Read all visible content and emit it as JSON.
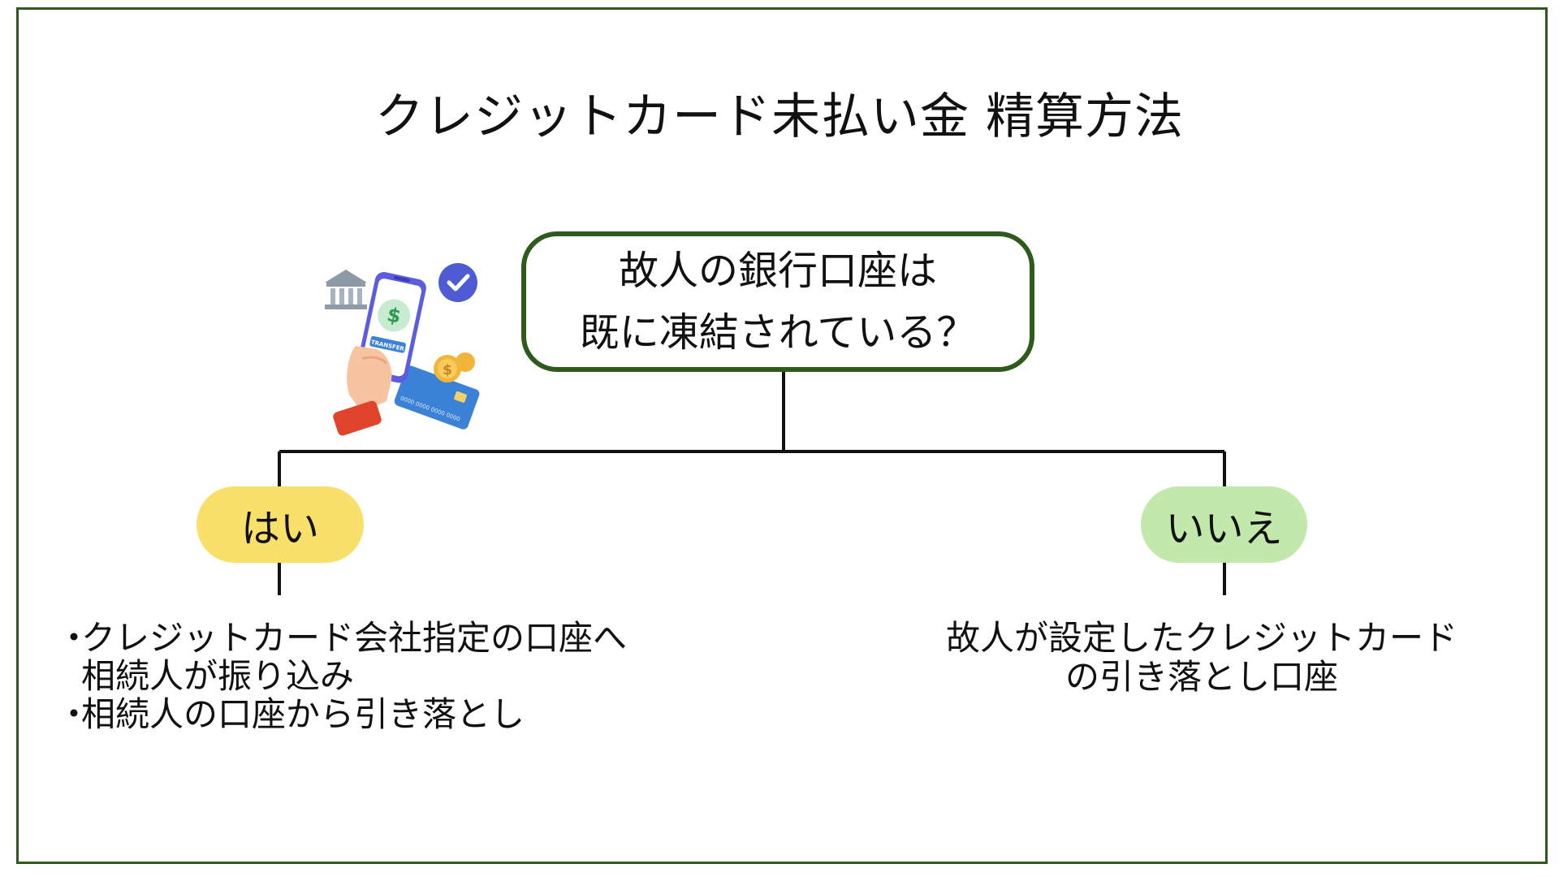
{
  "title": "クレジットカード未払い金 精算方法",
  "question": {
    "line1": "故人の銀行口座は",
    "line2": "既に凍結されている？"
  },
  "yes": {
    "label": "はい",
    "bullet": "・",
    "items": [
      {
        "line1": "クレジットカード会社指定の口座へ",
        "line2": "相続人が振り込み"
      },
      {
        "line1": "相続人の口座から引き落とし"
      }
    ]
  },
  "no": {
    "label": "いいえ",
    "line1": "故人が設定したクレジットカード",
    "line2": "の引き落とし口座"
  },
  "illustration": {
    "phone_button_text": "TRANSFER",
    "card_number_text": "0000 0000 0000 0000",
    "coin_symbol": "$"
  },
  "colors": {
    "frame_border": "#2e5a1c",
    "yes_pill": "#f8e06a",
    "no_pill": "#c2e8ac",
    "connector": "#111111",
    "phone_accent": "#5b5ce0",
    "card_blue": "#3b82d6",
    "coin_gold": "#f2b53a"
  }
}
